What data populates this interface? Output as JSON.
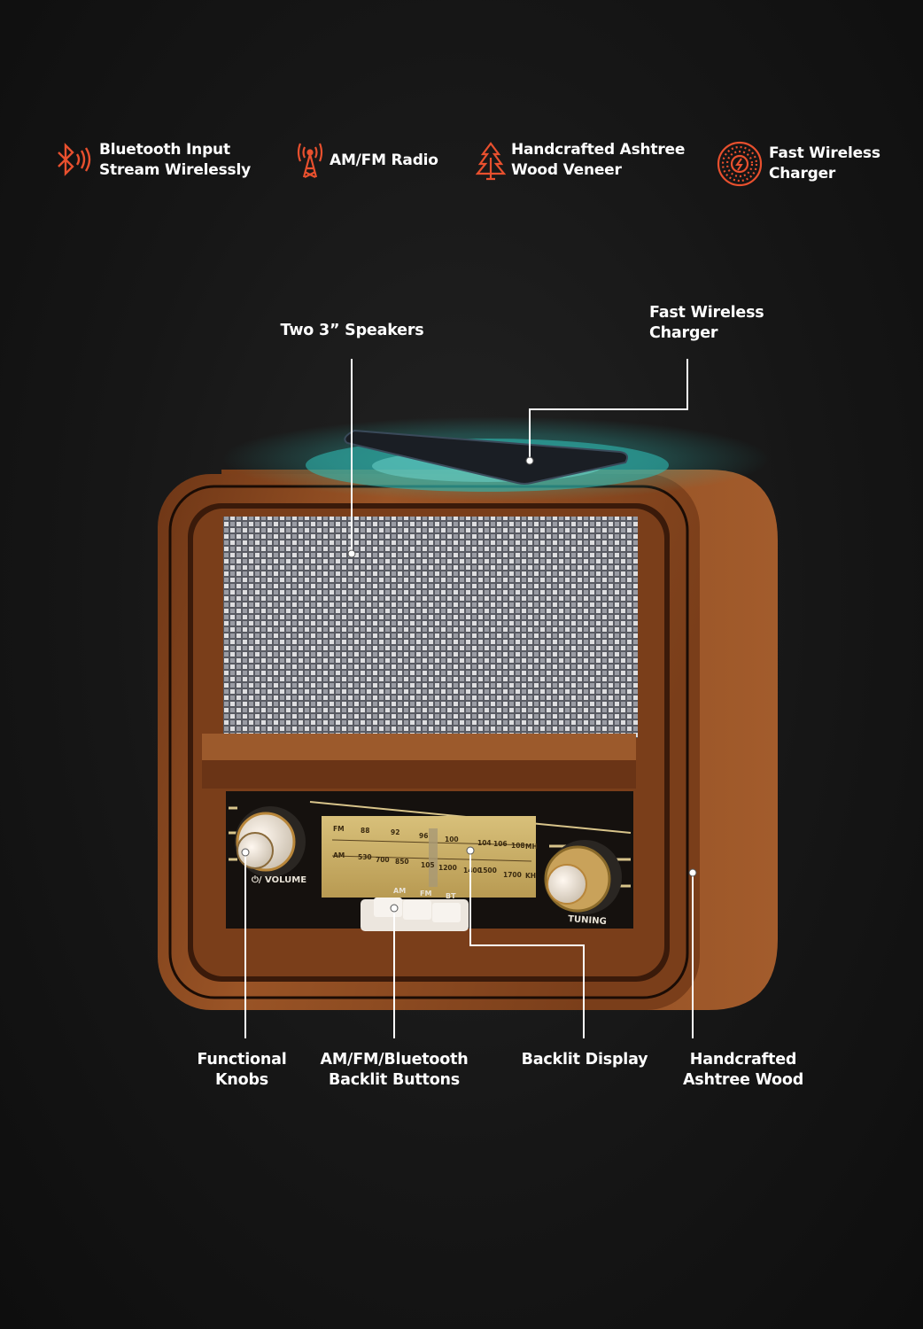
{
  "features": [
    {
      "icon": "bluetooth-icon",
      "line1": "Bluetooth Input",
      "line2": "Stream Wirelessly"
    },
    {
      "icon": "radio-tower-icon",
      "line1": "AM/FM Radio",
      "line2": ""
    },
    {
      "icon": "tree-icon",
      "line1": "Handcrafted Ashtree",
      "line2": "Wood Veneer"
    },
    {
      "icon": "wireless-charger-icon",
      "line1": "Fast Wireless",
      "line2": "Charger"
    }
  ],
  "callouts": {
    "speakers": "Two 3” Speakers",
    "charger_1": "Fast Wireless",
    "charger_2": "Charger",
    "knobs_1": "Functional",
    "knobs_2": "Knobs",
    "buttons_1": "AM/FM/Bluetooth",
    "buttons_2": "Backlit Buttons",
    "display": "Backlit Display",
    "wood_1": "Handcrafted",
    "wood_2": "Ashtree Wood"
  },
  "radio": {
    "volume_label": "⏻/ VOLUME",
    "tuning_label": "TUNING",
    "fm_label": "FM",
    "am_label": "AM",
    "fm_scale": [
      "88",
      "92",
      "96",
      "100",
      "104",
      "106",
      "108",
      "MH"
    ],
    "am_scale": [
      "530",
      "700",
      "850",
      "105",
      "1200",
      "1400",
      "1500",
      "1700",
      "KH"
    ],
    "buttons": [
      "AM",
      "FM",
      "BT"
    ]
  },
  "colors": {
    "accent": "#e8502e",
    "background": "#161616",
    "wood": "#8a4a22",
    "teal": "#2fb7b0"
  }
}
